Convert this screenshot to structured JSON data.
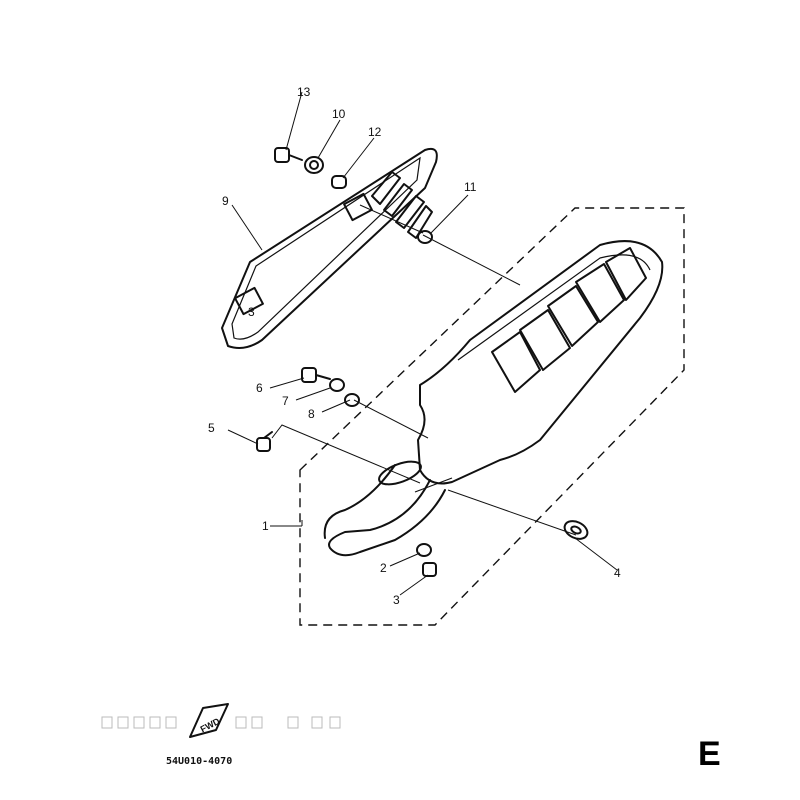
{
  "callouts": {
    "n1": "1",
    "n2": "2",
    "n3": "3",
    "n4": "4",
    "n5": "5",
    "n6": "6",
    "n7": "7",
    "n8": "8",
    "n9": "9",
    "n10": "10",
    "n11": "11",
    "n12": "12",
    "n13": "13"
  },
  "guard_badge": "3",
  "fwd_label": "FWD",
  "catalog_code": "54U010-4070",
  "page_letter": "E"
}
